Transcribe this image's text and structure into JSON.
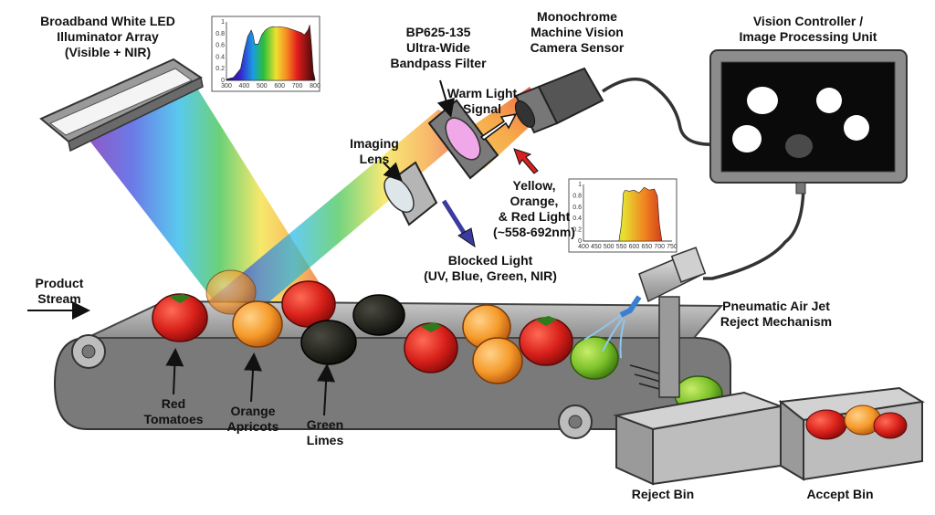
{
  "labels": {
    "illuminator": [
      "Broadband White LED",
      "Illuminator Array",
      "(Visible + NIR)"
    ],
    "filter": [
      "BP625-135",
      "Ultra-Wide",
      "Bandpass Filter"
    ],
    "camera": [
      "Monochrome",
      "Machine Vision",
      "Camera Sensor"
    ],
    "controller": [
      "Vision Controller /",
      "Image Processing Unit"
    ],
    "warm_light": [
      "Warm Light",
      "Signal"
    ],
    "lens": [
      "Imaging",
      "Lens"
    ],
    "passed_light": [
      "Yellow,",
      "Orange,",
      "& Red Light",
      "(~558-692nm)"
    ],
    "blocked_light": [
      "Blocked Light",
      "(UV, Blue, Green, NIR)"
    ],
    "product_stream": [
      "Product",
      "Stream"
    ],
    "air_jet": [
      "Pneumatic Air Jet",
      "Reject Mechanism"
    ],
    "tomatoes": [
      "Red",
      "Tomatoes"
    ],
    "apricots": [
      "Orange",
      "Apricots"
    ],
    "limes": [
      "Green",
      "Limes"
    ],
    "reject_bin": "Reject Bin",
    "accept_bin": "Accept Bin"
  },
  "charts": [
    {
      "type": "area",
      "name": "illuminator-spectrum",
      "x_ticks": [
        "300",
        "400",
        "500",
        "600",
        "700",
        "800"
      ],
      "y_ticks": [
        "0",
        "0.2",
        "0.4",
        "0.6",
        "0.8",
        "1"
      ],
      "xlim": [
        300,
        800
      ],
      "ylim": [
        0,
        1
      ],
      "x": [
        300,
        340,
        380,
        400,
        420,
        440,
        450,
        460,
        480,
        500,
        520,
        540,
        560,
        580,
        600,
        620,
        640,
        660,
        680,
        700,
        720,
        740,
        760,
        770,
        780,
        790,
        800
      ],
      "y": [
        0.02,
        0.05,
        0.2,
        0.5,
        0.75,
        0.86,
        0.78,
        0.62,
        0.62,
        0.78,
        0.86,
        0.9,
        0.92,
        0.91,
        0.92,
        0.91,
        0.9,
        0.88,
        0.86,
        0.84,
        0.82,
        0.78,
        0.86,
        0.95,
        0.6,
        0.15,
        0.02
      ]
    },
    {
      "type": "area",
      "name": "filtered-spectrum",
      "x_ticks": [
        "400",
        "450",
        "500",
        "550",
        "600",
        "650",
        "700",
        "750"
      ],
      "y_ticks": [
        "0",
        "0.2",
        "0.4",
        "0.6",
        "0.8",
        "1"
      ],
      "xlim": [
        400,
        750
      ],
      "ylim": [
        0,
        1
      ],
      "x": [
        400,
        540,
        550,
        558,
        565,
        580,
        600,
        620,
        640,
        660,
        680,
        692,
        700,
        710,
        750
      ],
      "y": [
        0,
        0,
        0.3,
        0.85,
        0.9,
        0.88,
        0.9,
        0.85,
        0.95,
        0.9,
        0.92,
        0.8,
        0.3,
        0,
        0
      ]
    }
  ]
}
